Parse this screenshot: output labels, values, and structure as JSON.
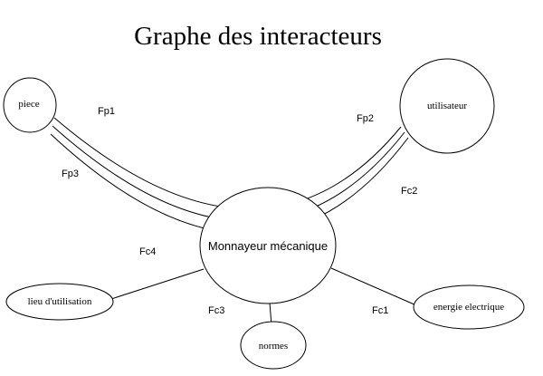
{
  "title": "Graphe des interacteurs",
  "nodes": {
    "center": "Monnayeur mécanique",
    "piece": "piece",
    "utilisateur": "utilisateur",
    "lieu": "lieu d'utilisation",
    "normes": "normes",
    "energie": "energie electrique"
  },
  "functions": {
    "fp1": "Fp1",
    "fp2": "Fp2",
    "fp3": "Fp3",
    "fc1": "Fc1",
    "fc2": "Fc2",
    "fc3": "Fc3",
    "fc4": "Fc4"
  }
}
